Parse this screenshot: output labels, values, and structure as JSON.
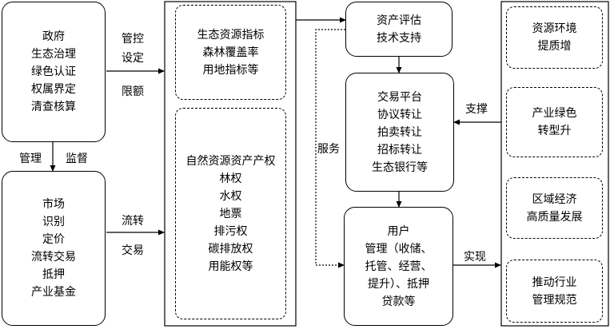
{
  "gov_box": {
    "lines": [
      "政府",
      "生态治理",
      "绿色认证",
      "权属界定",
      "清查核算"
    ]
  },
  "market_box": {
    "lines": [
      "市场",
      "识别",
      "定价",
      "流转交易",
      "抵押",
      "产业基金"
    ]
  },
  "indicator_box": {
    "lines": [
      "生态资源指标",
      "森林覆盖率",
      "用地指标等"
    ]
  },
  "rights_box": {
    "lines": [
      "自然资源资产产权",
      "林权",
      "水权",
      "地票",
      "排污权",
      "碳排放权",
      "用能权等"
    ]
  },
  "assess_box": {
    "lines": [
      "资产评估",
      "技术支持"
    ]
  },
  "trade_box": {
    "lines": [
      "交易平台",
      "协议转让",
      "拍卖转让",
      "招标转让",
      "生态银行等"
    ]
  },
  "user_box": {
    "lines": [
      "用户",
      "管理（收储、",
      "托管、经营、",
      "提升）、抵押",
      "贷款等"
    ]
  },
  "outcomes": [
    {
      "lines": [
        "资源环境",
        "提质增"
      ]
    },
    {
      "lines": [
        "产业绿色",
        "转型升"
      ]
    },
    {
      "lines": [
        "区域经济",
        "高质量发展"
      ]
    },
    {
      "lines": [
        "推动行业",
        "管理规范"
      ]
    }
  ],
  "edge_labels": {
    "control_1": "管控",
    "control_2": "设定",
    "limit": "限额",
    "manage": "管理",
    "supervise": "监督",
    "flow_1": "流转",
    "flow_2": "交易",
    "service": "服务",
    "support": "支撑",
    "realize": "实现"
  }
}
